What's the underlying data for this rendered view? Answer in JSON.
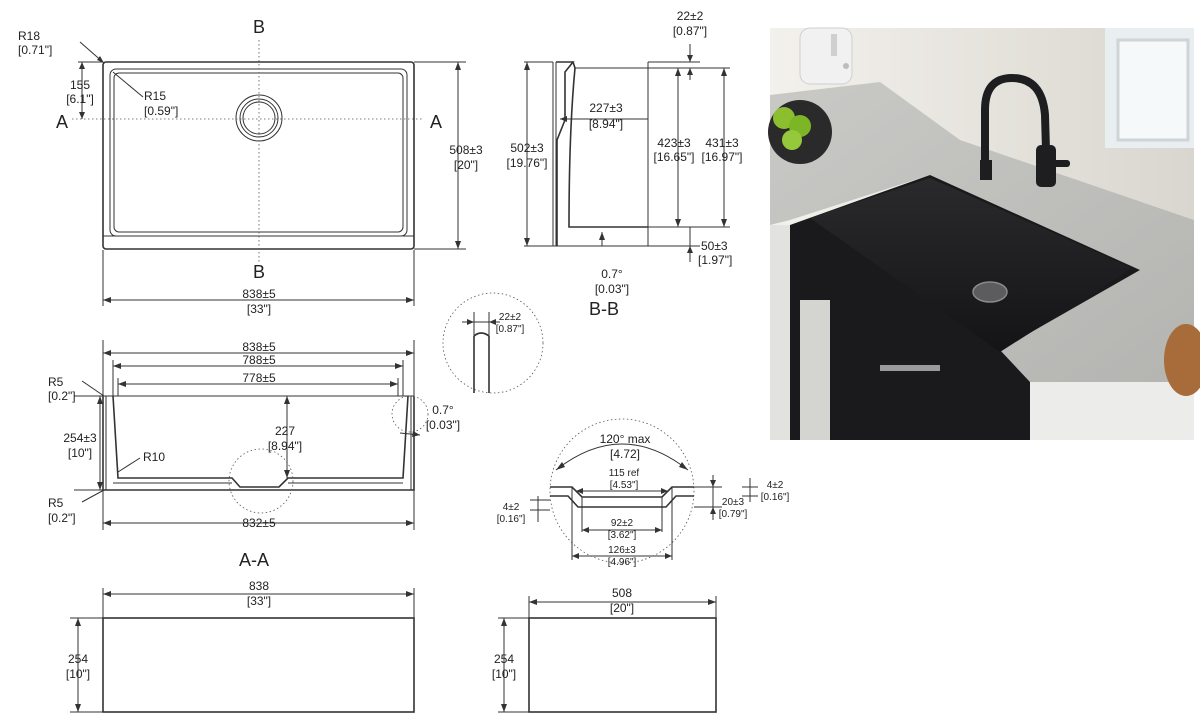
{
  "top_view": {
    "section_b_top": "B",
    "section_b_bottom": "B",
    "section_a_left": "A",
    "section_a_right": "A",
    "r18": "R18",
    "r18_in": "[0.71\"]",
    "d155": "155",
    "d155_in": "[6.1\"]",
    "r15": "R15",
    "r15_in": "[0.59\"]",
    "h508": "508±3",
    "h508_in": "[20\"]",
    "w838": "838±5",
    "w838_in": "[33\"]"
  },
  "section_bb": {
    "title": "B-B",
    "t22": "22±2",
    "t22_in": "[0.87\"]",
    "d227": "227±3",
    "d227_in": "[8.94\"]",
    "h502": "502±3",
    "h502_in": "[19.76\"]",
    "h423": "423±3",
    "h423_in": "[16.65\"]",
    "h431": "431±3",
    "h431_in": "[16.97\"]",
    "d50": "50±3",
    "d50_in": "[1.97\"]",
    "a07": "0.7°",
    "a07_in": "[0.03\"]"
  },
  "detail_wall": {
    "t22": "22±2",
    "t22_in": "[0.87\"]"
  },
  "section_aa": {
    "title": "A-A",
    "w838": "838±5",
    "w788": "788±5",
    "w778": "778±5",
    "w832": "832±5",
    "r5_top": "R5",
    "r5_top_in": "[0.2\"]",
    "r5_bot": "R5",
    "r5_bot_in": "[0.2\"]",
    "h254": "254±3",
    "h254_in": "[10\"]",
    "d227": "227",
    "d227_in": "[8.94\"]",
    "r10": "R10",
    "a07": "0.7°",
    "a07_in": "[0.03\"]"
  },
  "drain_detail": {
    "angle": "120° max",
    "angle_in": "[4.72]",
    "ref115": "115 ref",
    "ref115_in": "[4.53\"]",
    "d92": "92±2",
    "d92_in": "[3.62\"]",
    "d126": "126±3",
    "d126_in": "[4.96\"]",
    "d20": "20±3",
    "d20_in": "[0.79\"]",
    "d4r": "4±2",
    "d4r_in": "[0.16\"]",
    "d4l": "4±2",
    "d4l_in": "[0.16\"]"
  },
  "front_view": {
    "w838": "838",
    "w838_in": "[33\"]",
    "h254": "254",
    "h254_in": "[10\"]"
  },
  "side_view": {
    "w508": "508",
    "w508_in": "[20\"]",
    "h254": "254",
    "h254_in": "[10\"]"
  }
}
